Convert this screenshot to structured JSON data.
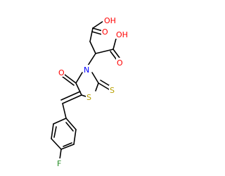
{
  "labels": {
    "o_acid1_oh": "OH",
    "o_acid1_o": "O",
    "o_acid2_oh": "OH",
    "o_acid2_o": "O",
    "o_ketone": "O",
    "n": "N",
    "s_ring": "S",
    "s_thione": "S",
    "f": "F"
  },
  "colors": {
    "bond": "#000000",
    "oxygen": "#ff0000",
    "nitrogen": "#0000ff",
    "sulfur": "#b8a000",
    "fluorine": "#228b22"
  }
}
